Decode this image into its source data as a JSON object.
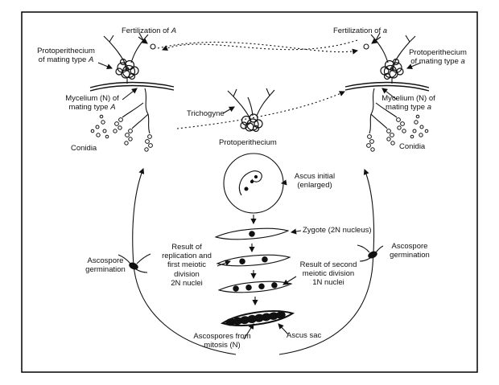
{
  "diagram": {
    "colors": {
      "ink": "#111111",
      "background": "#ffffff"
    },
    "labels": {
      "fertilization_left": {
        "prefix": "Fertilization of ",
        "gene": "A"
      },
      "protoperithecium_left": {
        "line1": "Protoperithecium",
        "line2": "of mating type ",
        "gene": "A"
      },
      "mycelium_left": {
        "line1": "Mycelium (N) of",
        "line2": "mating type ",
        "gene": "A"
      },
      "conidia_left": "Conidia",
      "fertilization_right": {
        "prefix": "Fertilization of ",
        "gene": "a"
      },
      "protoperithecium_right": {
        "line1": "Protoperithecium",
        "line2": "of mating type ",
        "gene": "a"
      },
      "mycelium_right": {
        "line1": "Mycelium (N) of",
        "line2": "mating type ",
        "gene": "a"
      },
      "conidia_right": "Conidia",
      "trichogyne": "Trichogyne",
      "protoperithecium_center": "Protoperithecium",
      "ascus_initial": {
        "line1": "Ascus initial",
        "line2": "(enlarged)"
      },
      "zygote": "Zygote (2N nucleus)",
      "first_division": {
        "line1": "Result of",
        "line2": "replication and",
        "line3": "first meiotic",
        "line4": "division",
        "line5": "2N nuclei"
      },
      "second_division": {
        "line1": "Result of second",
        "line2": "meiotic division",
        "line3": "1N nuclei"
      },
      "germination_left": {
        "line1": "Ascospore",
        "line2": "germination"
      },
      "germination_right": {
        "line1": "Ascospore",
        "line2": "germination"
      },
      "ascospores_mitosis": {
        "line1": "Ascospores from",
        "line2": "mitosis (N)"
      },
      "ascus_sac": "Ascus sac"
    }
  }
}
